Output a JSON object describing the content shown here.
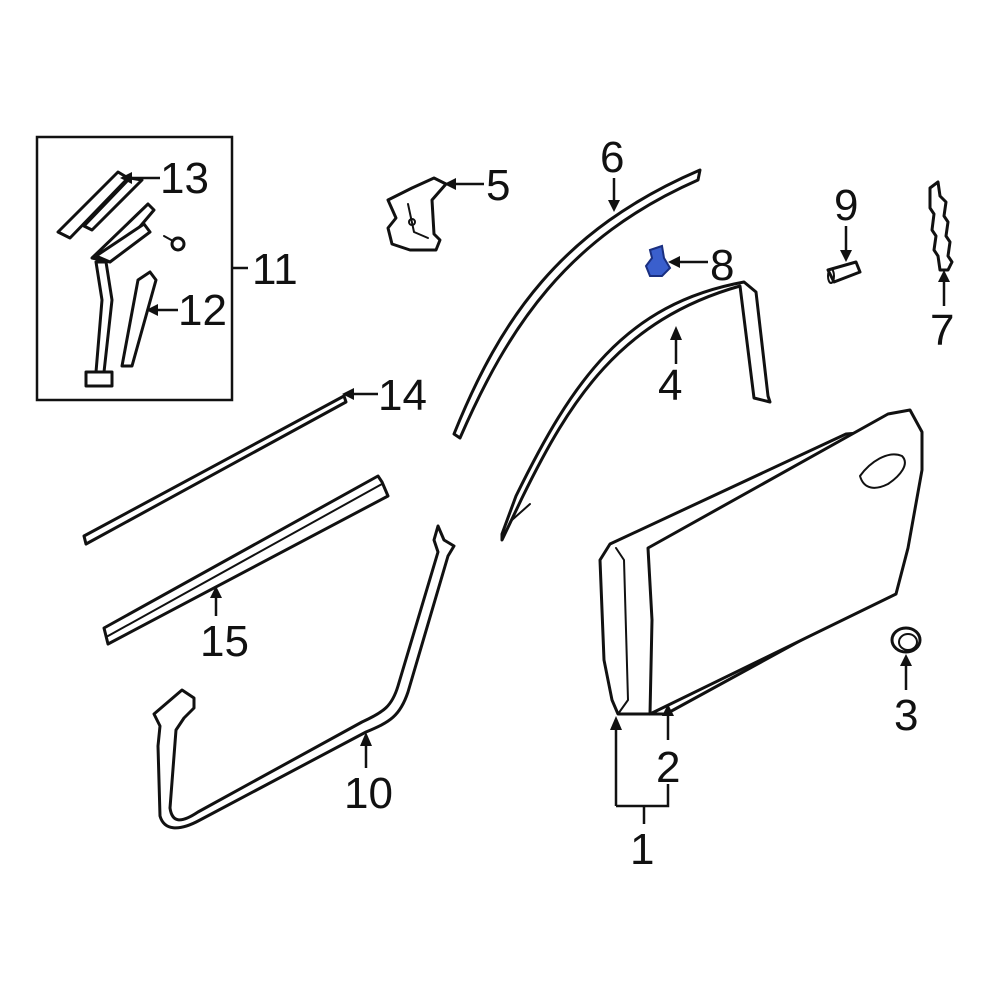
{
  "callouts": {
    "c1": "1",
    "c2": "2",
    "c3": "3",
    "c4": "4",
    "c5": "5",
    "c6": "6",
    "c7": "7",
    "c8": "8",
    "c9": "9",
    "c10": "10",
    "c11": "11",
    "c12": "12",
    "c13": "13",
    "c14": "14",
    "c15": "15"
  },
  "colors": {
    "line": "#111111",
    "background": "#ffffff",
    "highlight": "#3a5fcd"
  }
}
